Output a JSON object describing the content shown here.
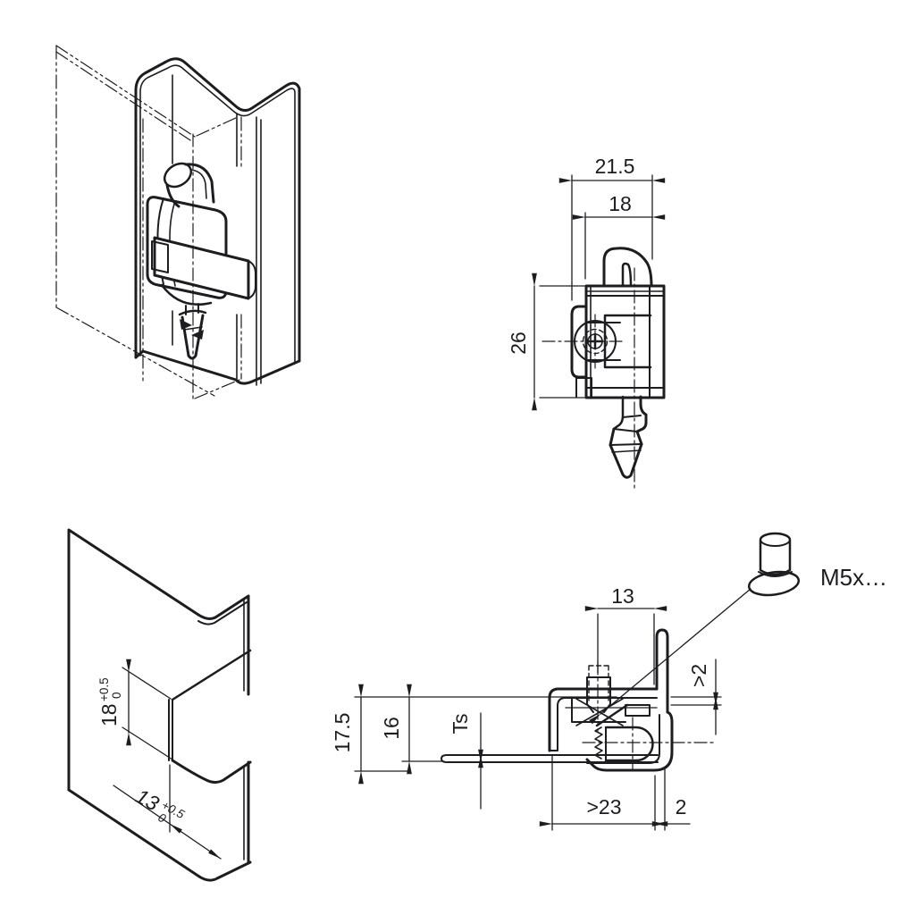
{
  "drawing": {
    "colors": {
      "ink": "#1d1d1f",
      "background": "#ffffff"
    },
    "views": {
      "front": {
        "dim_width_outer": "21.5",
        "dim_width_inner": "18",
        "dim_height": "26"
      },
      "side": {
        "dim_screw_offset": "13",
        "dim_protrusion": ">2",
        "dim_total_height": "17.5",
        "dim_inner_height": "16",
        "dim_sheet_thickness": "Ts",
        "dim_depth": ">23",
        "dim_edge_gap": "2",
        "screw_label": "M5x…"
      },
      "iso_cutout": {
        "dim_cutout_height": {
          "nominal": "18",
          "tol_upper": "+0.5",
          "tol_lower": "0"
        },
        "dim_cutout_depth": {
          "nominal": "13",
          "tol_upper": "+0.5",
          "tol_lower": "0"
        }
      }
    }
  }
}
